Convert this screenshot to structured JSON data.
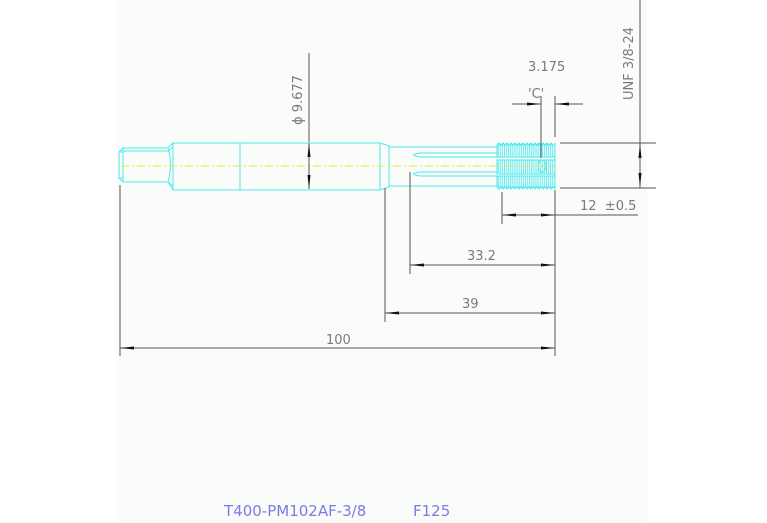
{
  "drawing": {
    "title_part_number": "T400-PM102AF-3/8",
    "title_code": "F125",
    "colors": {
      "background": "#f9fcf9",
      "outline": "#4fe8f0",
      "centerline": "#e8e84a",
      "dimension": "#555555",
      "dimension_text": "#7a7a7a",
      "title_text": "#7b7be6"
    },
    "dimensions": {
      "diameter_label": "ϕ 9.677",
      "thread_spec": "UNF 3/8-24",
      "pitch_value": "3.175",
      "pitch_label": "'C'",
      "thread_length": "12  ±0.5",
      "flute_length": "33.2",
      "neck_length": "39",
      "overall_length": "100"
    }
  }
}
